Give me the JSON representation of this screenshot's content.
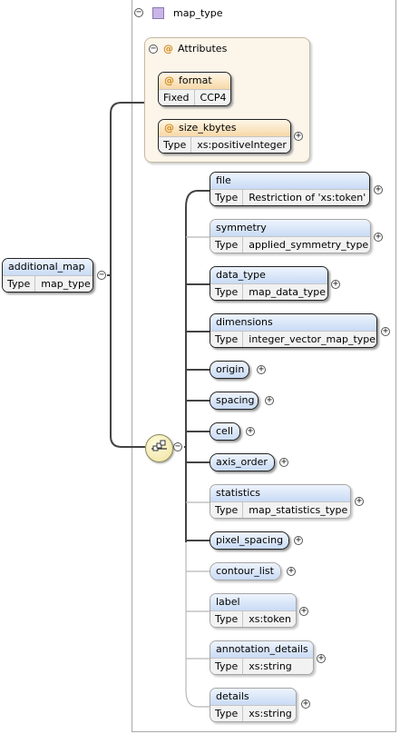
{
  "colors": {
    "element_header": "#c9dbf5",
    "attribute_header": "#f7d8a8",
    "attributes_panel": "#fbf5ea",
    "complex_type_icon": "#c9b6e6"
  },
  "root_type": {
    "name": "map_type"
  },
  "attributes_group": {
    "label": "Attributes",
    "items": [
      {
        "name": "format",
        "type_key": "Fixed",
        "type_value": "CCP4"
      },
      {
        "name": "size_kbytes",
        "type_key": "Type",
        "type_value": "xs:positiveInteger"
      }
    ]
  },
  "main_element": {
    "name": "additional_map",
    "type_key": "Type",
    "type_value": "map_type"
  },
  "elements": [
    {
      "name": "file",
      "type_key": "Type",
      "type_value": "Restriction of 'xs:token'"
    },
    {
      "name": "symmetry",
      "type_key": "Type",
      "type_value": "applied_symmetry_type"
    },
    {
      "name": "data_type",
      "type_key": "Type",
      "type_value": "map_data_type"
    },
    {
      "name": "dimensions",
      "type_key": "Type",
      "type_value": "integer_vector_map_type"
    },
    {
      "name": "origin"
    },
    {
      "name": "spacing"
    },
    {
      "name": "cell"
    },
    {
      "name": "axis_order"
    },
    {
      "name": "statistics",
      "type_key": "Type",
      "type_value": "map_statistics_type"
    },
    {
      "name": "pixel_spacing"
    },
    {
      "name": "contour_list"
    },
    {
      "name": "label",
      "type_key": "Type",
      "type_value": "xs:token"
    },
    {
      "name": "annotation_details",
      "type_key": "Type",
      "type_value": "xs:string"
    },
    {
      "name": "details",
      "type_key": "Type",
      "type_value": "xs:string"
    }
  ]
}
